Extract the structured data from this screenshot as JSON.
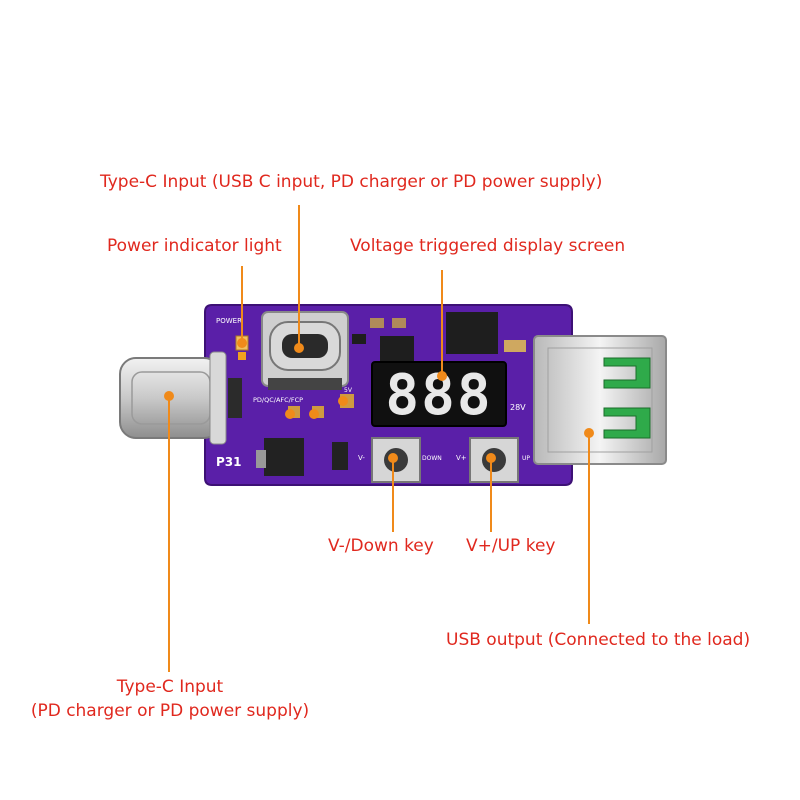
{
  "callouts": {
    "typec_input_top": "Type-C Input (USB C input, PD charger or PD power supply)",
    "power_indicator": "Power indicator light",
    "display_screen": "Voltage triggered display screen",
    "down_key": "V-/Down key",
    "up_key": "V+/UP key",
    "usb_output": "USB output (Connected to the load)",
    "typec_input_bottom_line1": "Type-C Input",
    "typec_input_bottom_line2": "(PD charger or PD power supply)"
  },
  "board_silkscreen": {
    "power": "POWER",
    "model": "P31",
    "protocols": "PD/QC/AFC/FCP",
    "display_digits": "888",
    "v28": "28V",
    "v_minus": "V-",
    "v_plus": "V+",
    "down": "DOWN",
    "up": "UP",
    "v5": "5V"
  },
  "colors": {
    "pcb": "#5a1fa8",
    "label": "#e0281e",
    "leader": "#f08a1a",
    "display_segment": "#e8e8e8",
    "display_bg": "#101010"
  }
}
